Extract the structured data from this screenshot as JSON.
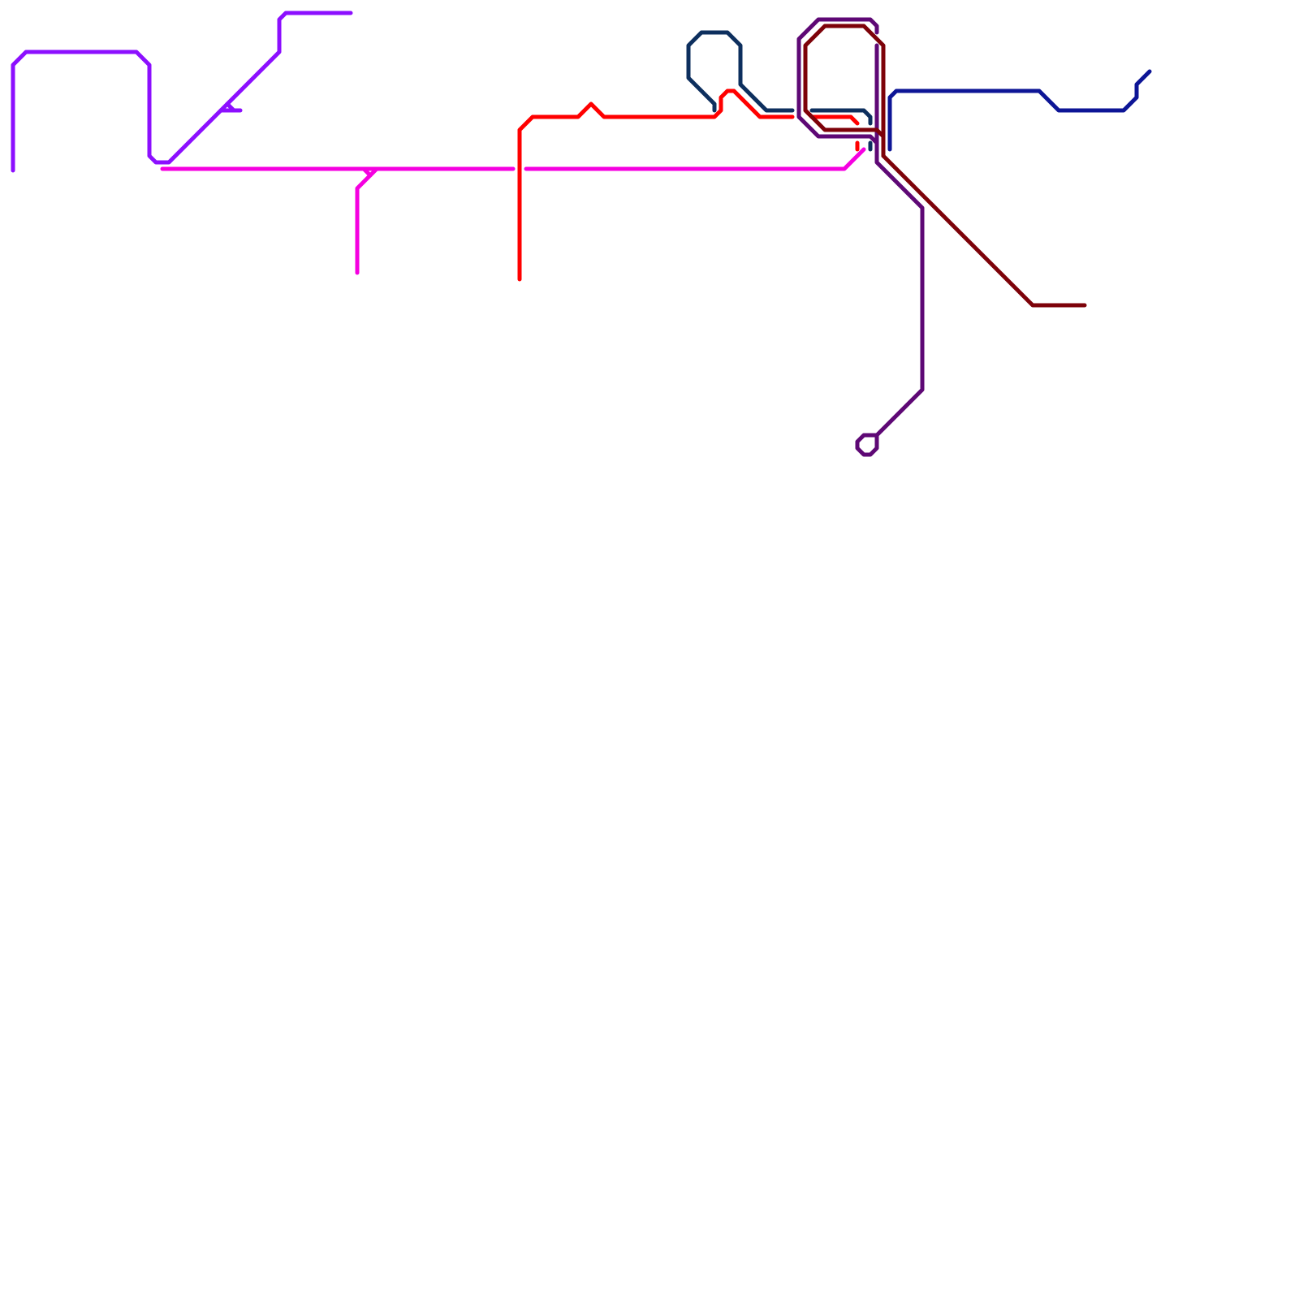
{
  "map": {
    "background": "#ffffff",
    "routes": [
      {
        "id": "violet-line",
        "color": "#8c0fff"
      },
      {
        "id": "magenta-line",
        "color": "#f500e0"
      },
      {
        "id": "red-line",
        "color": "#ff0000"
      },
      {
        "id": "navy-line",
        "color": "#0d2f5e"
      },
      {
        "id": "blue-line",
        "color": "#0d1596"
      },
      {
        "id": "purple-line",
        "color": "#5e0875"
      },
      {
        "id": "maroon-line",
        "color": "#7d0209"
      }
    ]
  }
}
